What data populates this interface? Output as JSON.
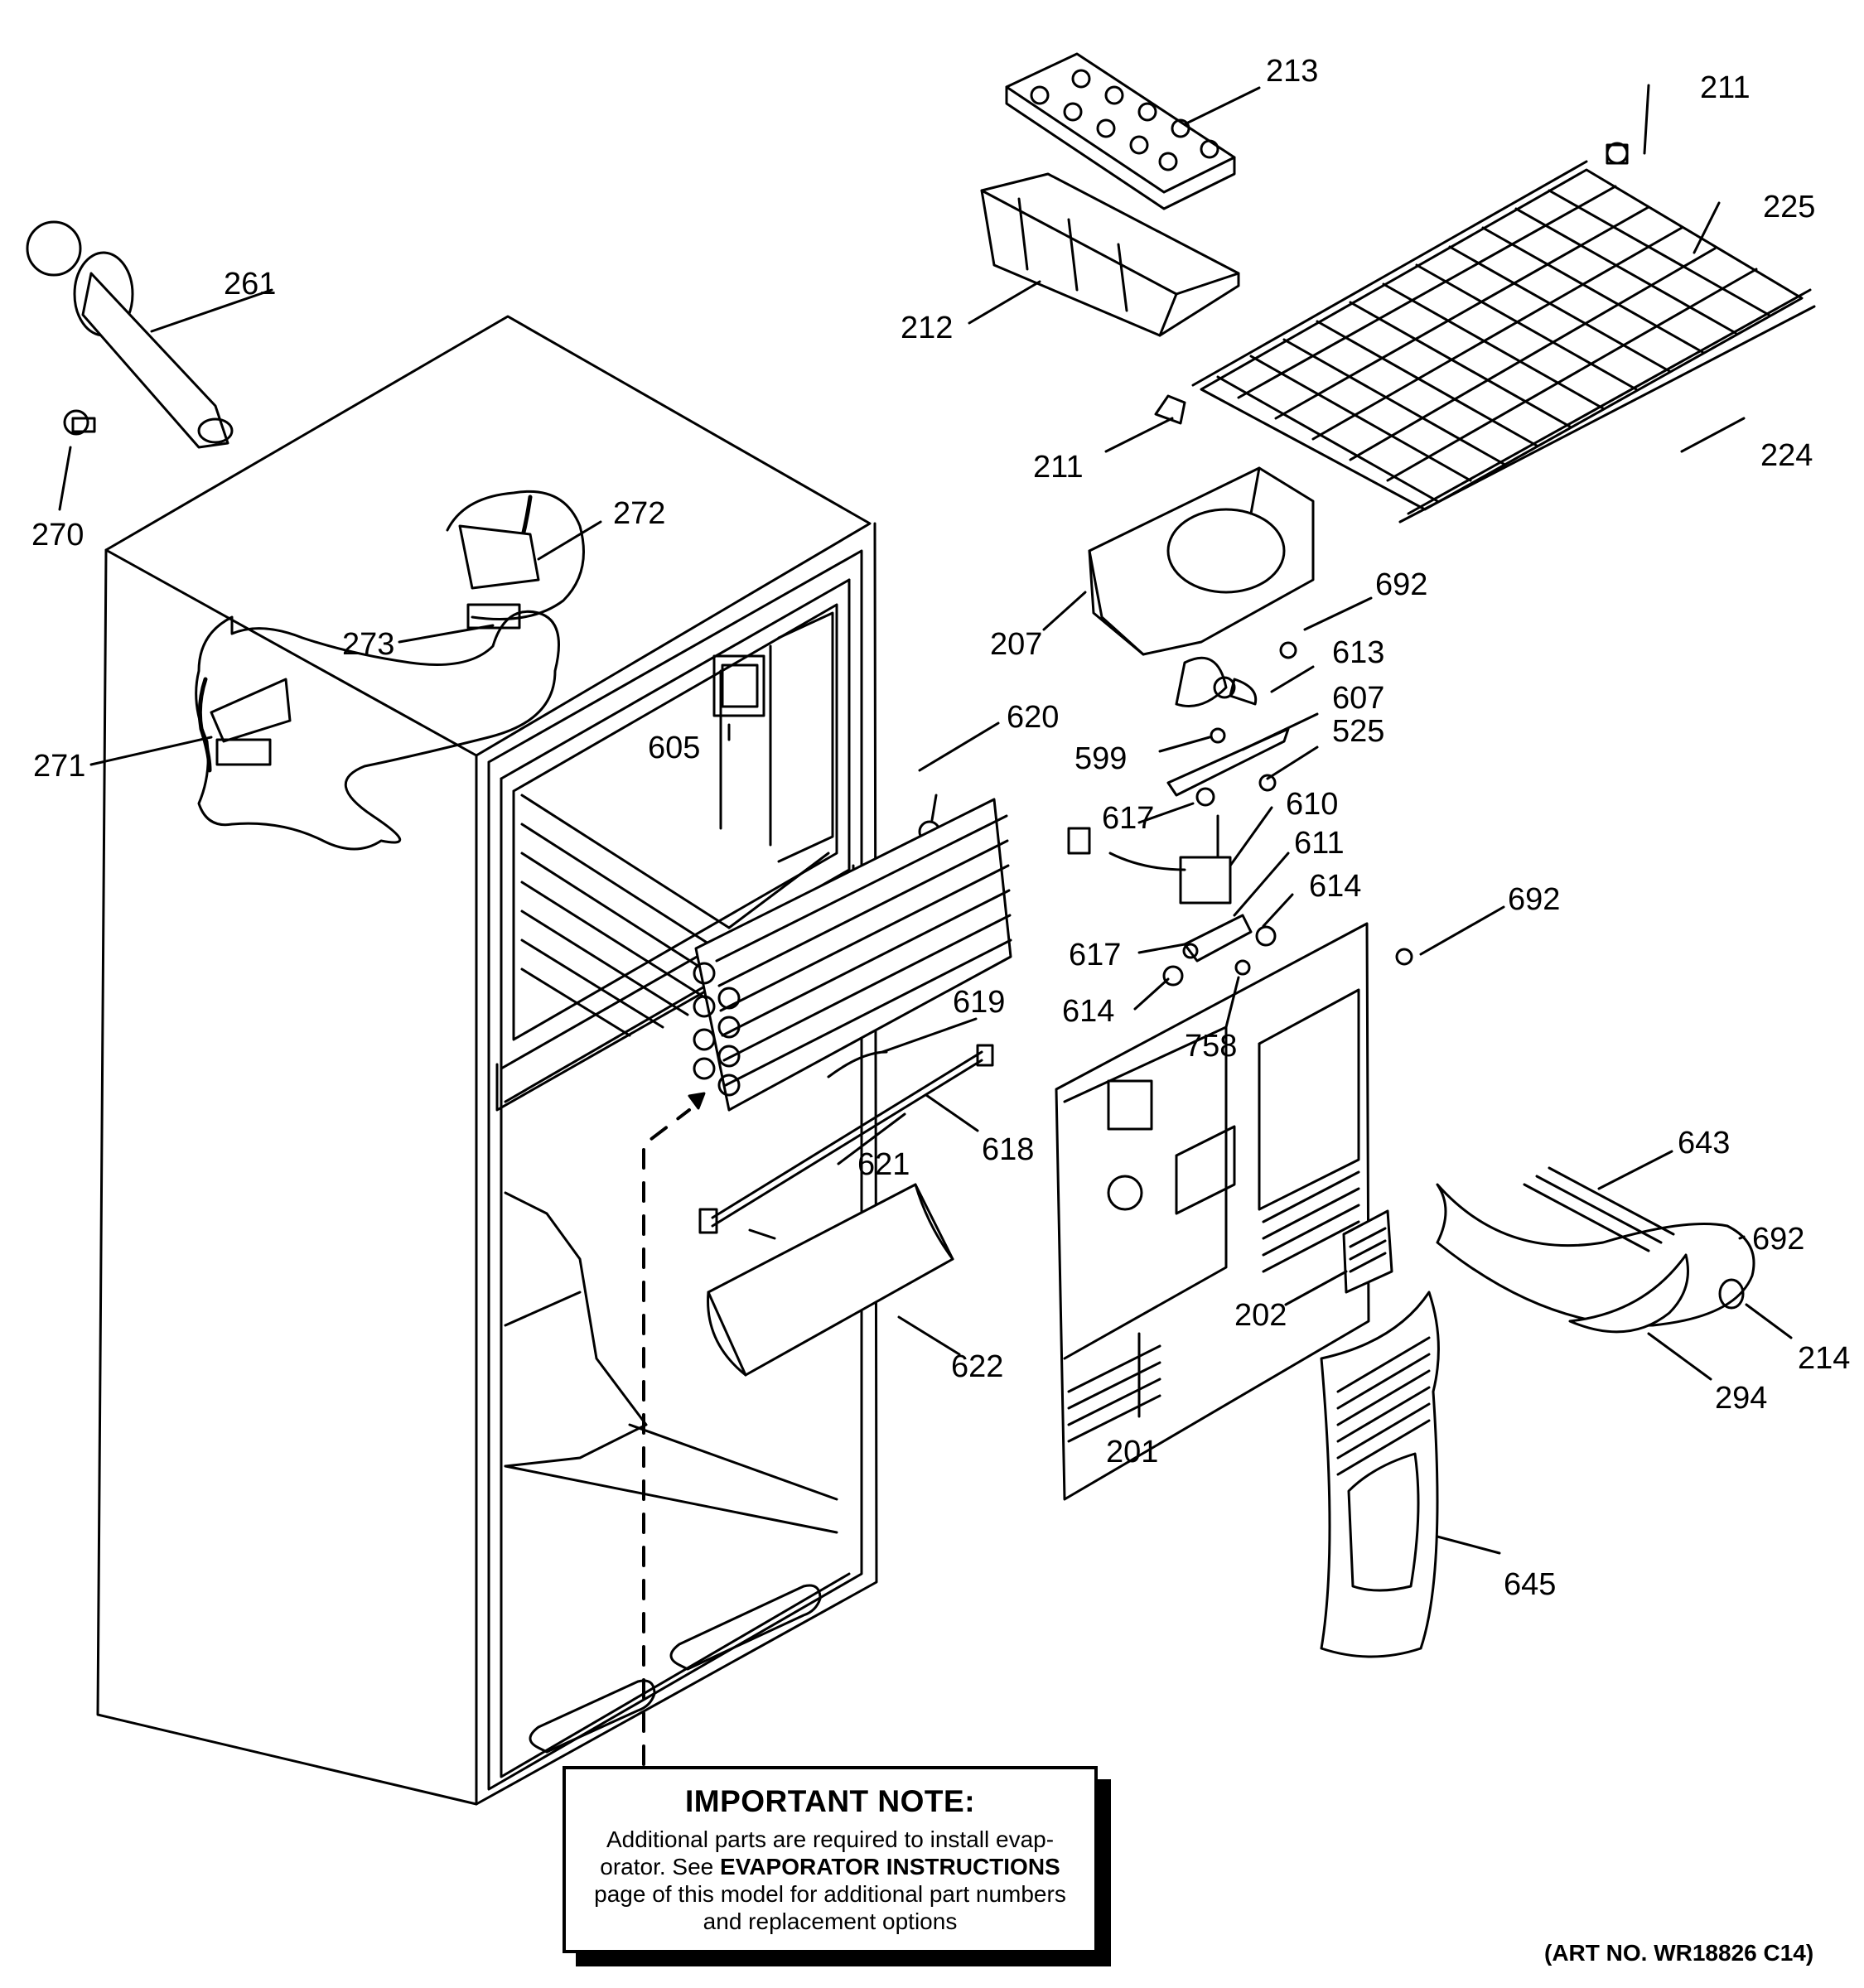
{
  "note": {
    "title": "IMPORTANT NOTE:",
    "line1": "Additional parts are required to install evap-",
    "line2_pre": "orator.  See ",
    "line2_bold": "EVAPORATOR INSTRUCTIONS",
    "line3": "page of this model for additional part numbers",
    "line4": "and replacement options"
  },
  "art_no": "(ART NO. WR18826 C14)",
  "parts": {
    "p213": "213",
    "p211a": "211",
    "p225": "225",
    "p261": "261",
    "p212": "212",
    "p270": "270",
    "p211b": "211",
    "p224": "224",
    "p272": "272",
    "p692a": "692",
    "p207": "207",
    "p273": "273",
    "p613": "613",
    "p607": "607",
    "p620": "620",
    "p525": "525",
    "p605": "605",
    "p599": "599",
    "p271": "271",
    "p610": "610",
    "p617a": "617",
    "p611": "611",
    "p614a": "614",
    "p692b": "692",
    "p617b": "617",
    "p614b": "614",
    "p619": "619",
    "p758": "758",
    "p618": "618",
    "p621": "621",
    "p643": "643",
    "p692c": "692",
    "p202": "202",
    "p622": "622",
    "p214": "214",
    "p294": "294",
    "p201": "201",
    "p645": "645"
  }
}
